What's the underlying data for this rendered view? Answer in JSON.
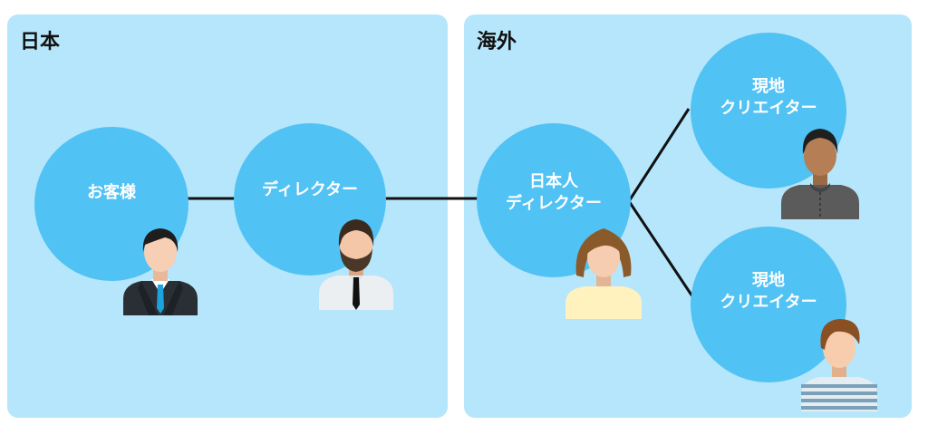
{
  "regions": {
    "japan": {
      "title": "日本"
    },
    "overseas": {
      "title": "海外"
    }
  },
  "nodes": {
    "customer": {
      "label": "お客様"
    },
    "director": {
      "label": "ディレクター"
    },
    "jp_director": {
      "label": "日本人\nディレクター"
    },
    "creator_top": {
      "label": "現地\nクリエイター"
    },
    "creator_bottom": {
      "label": "現地\nクリエイター"
    }
  },
  "colors": {
    "panel": "#b6e6fb",
    "node": "#51c2f4",
    "line": "#111111"
  }
}
